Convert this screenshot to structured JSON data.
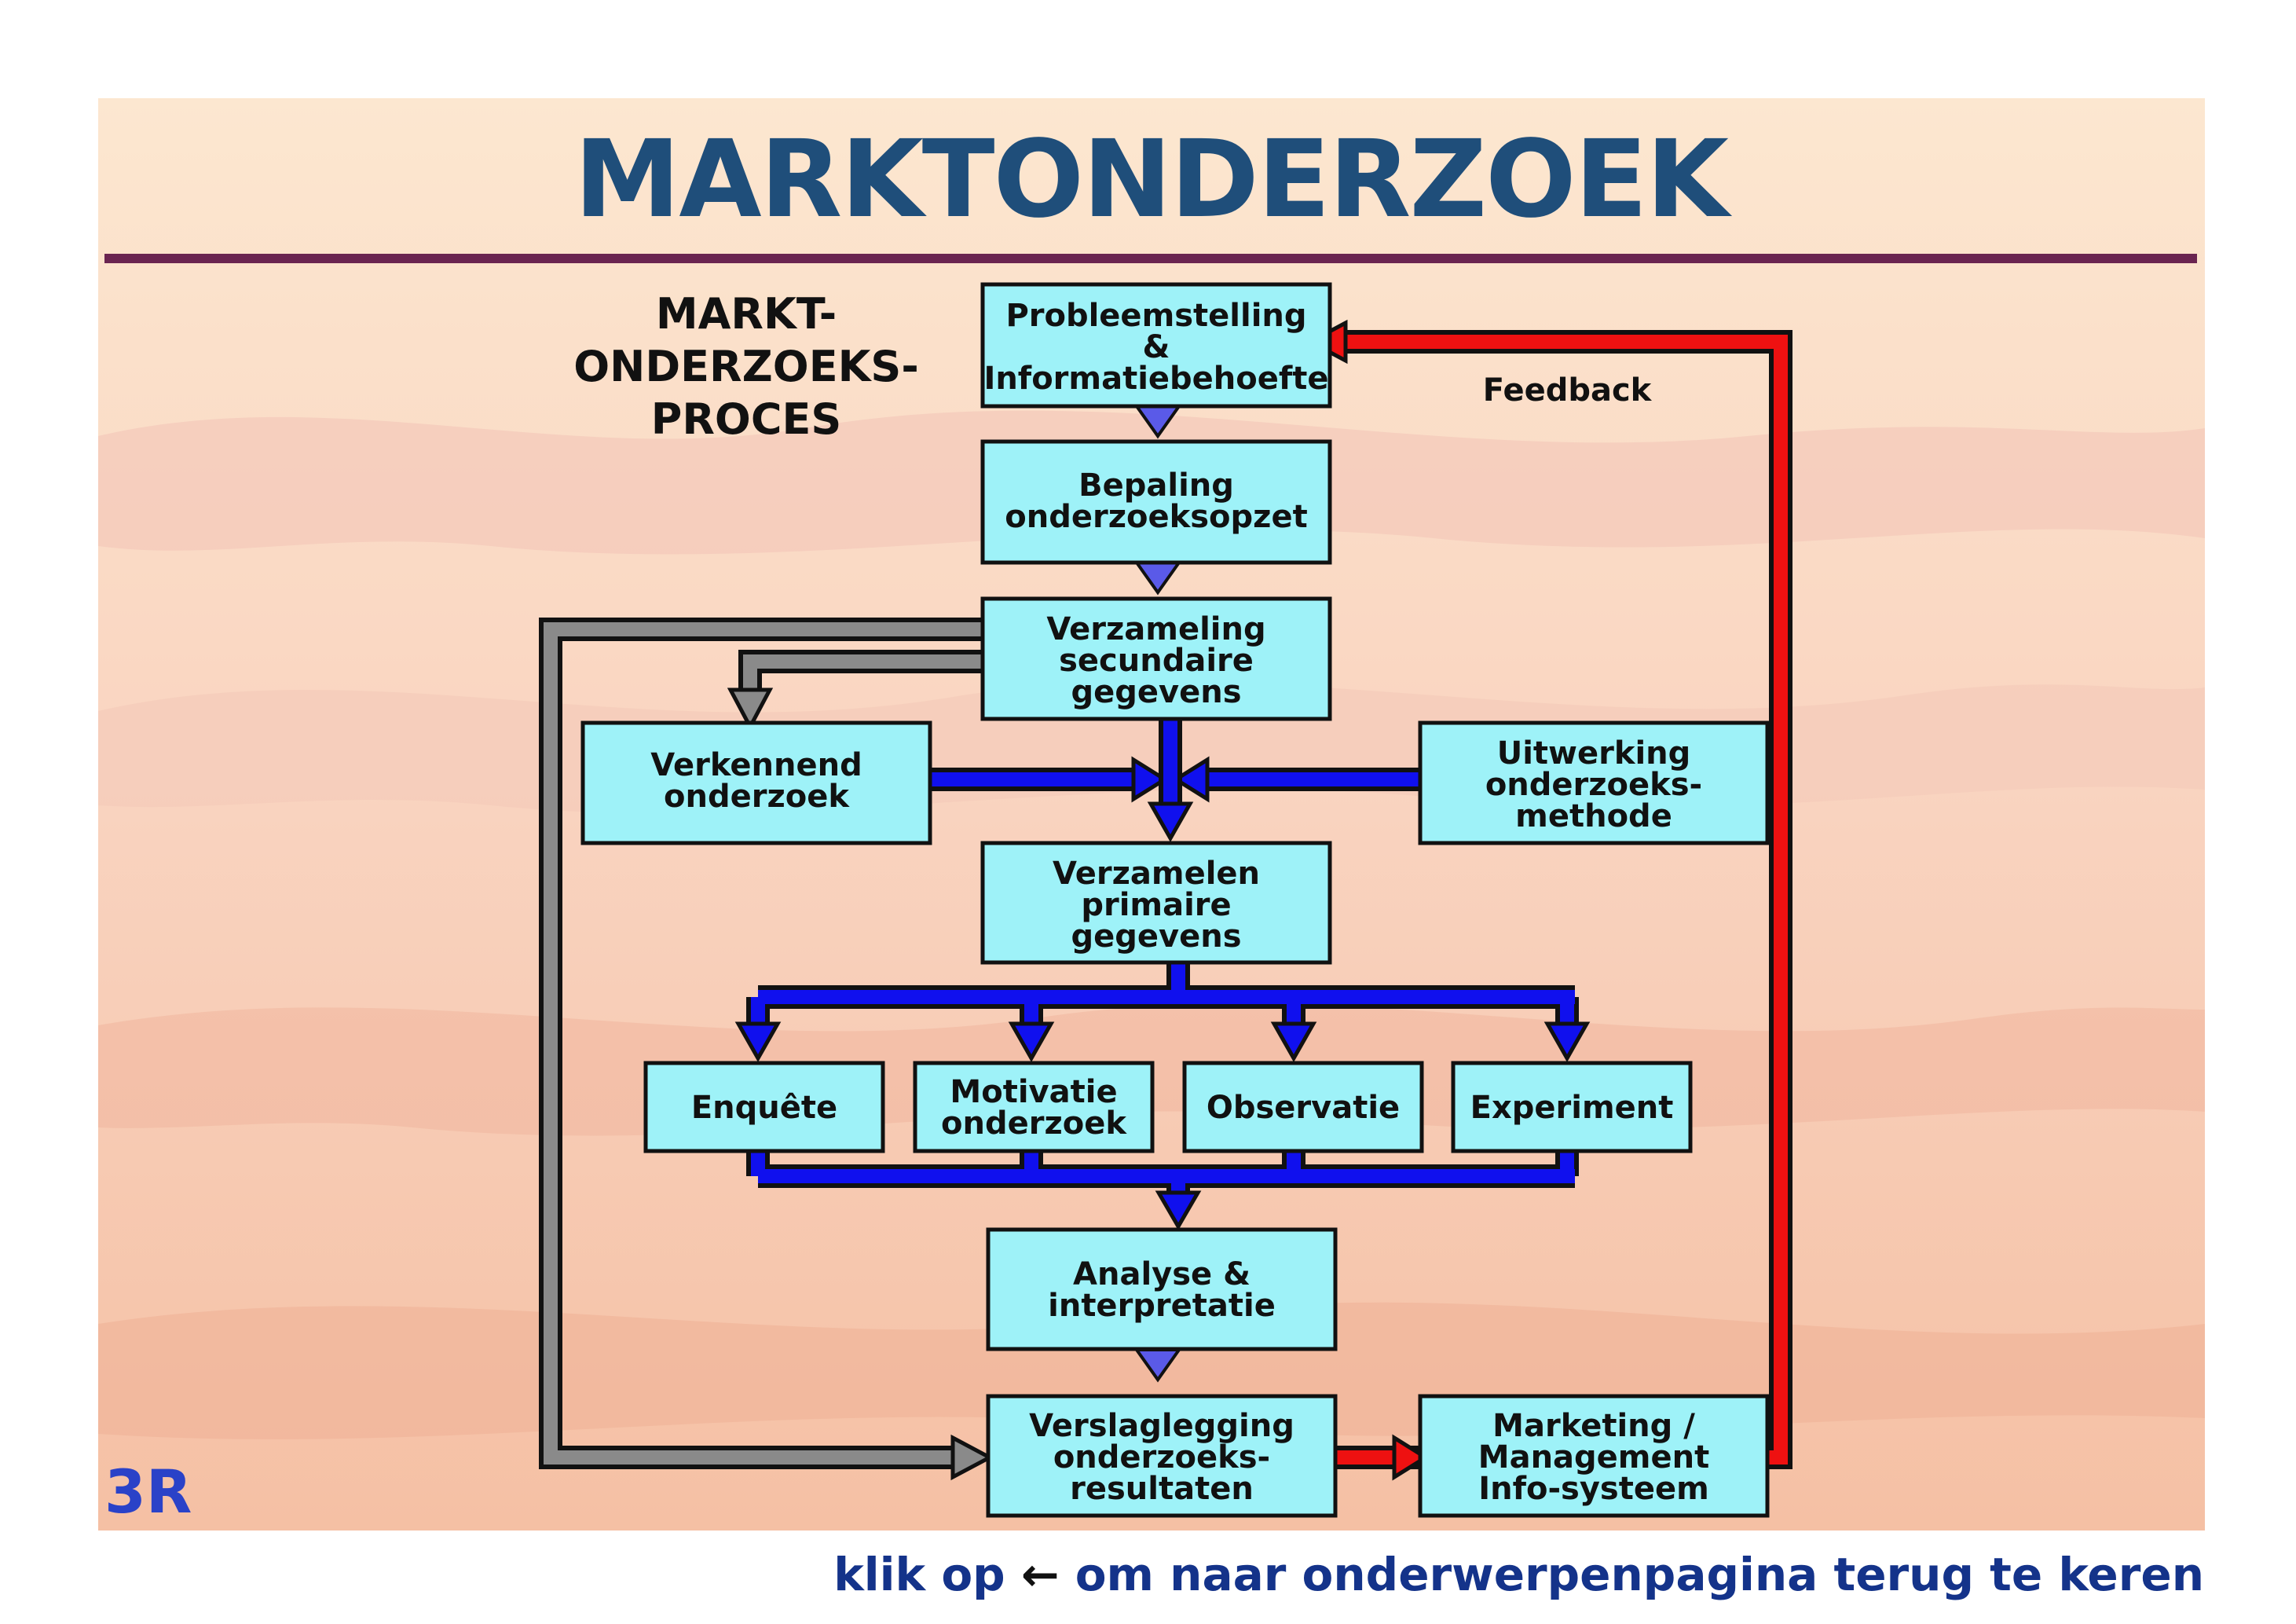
{
  "title": "MARKTONDERZOEK",
  "process_label": [
    "MARKT-",
    "ONDERZOEKS-",
    "PROCES"
  ],
  "boxes": {
    "probleem": [
      "Probleemstelling",
      "&",
      "Informatiebehoefte"
    ],
    "bepaling": [
      "Bepaling",
      "onderzoeksopzet"
    ],
    "secundair": [
      "Verzameling",
      "secundaire",
      "gegevens"
    ],
    "verkennend": [
      "Verkennend",
      "onderzoek"
    ],
    "uitwerking": [
      "Uitwerking",
      "onderzoeks-",
      "methode"
    ],
    "primair": [
      "Verzamelen",
      "primaire",
      "gegevens"
    ],
    "enquete": [
      "Enquête"
    ],
    "motivatie": [
      "Motivatie",
      "onderzoek"
    ],
    "observatie": [
      "Observatie"
    ],
    "experiment": [
      "Experiment"
    ],
    "analyse": [
      "Analyse &",
      "interpretatie"
    ],
    "verslag": [
      "Verslaglegging",
      "onderzoeks-",
      "resultaten"
    ],
    "mis": [
      "Marketing /",
      "Management",
      "Info-systeem"
    ]
  },
  "feedback_label": "Feedback",
  "logo_text": "3R",
  "footer": {
    "before": "klik op",
    "arrow": "←",
    "after": "om naar onderwerpenpagina terug te keren"
  },
  "colors": {
    "title": "#1f4e7a",
    "box_fill": "#9ef2f8",
    "flow_blue": "#1010ee",
    "feedback_red": "#ee1111",
    "loop_gray": "#8a8a8a",
    "divider": "#6a2450"
  }
}
